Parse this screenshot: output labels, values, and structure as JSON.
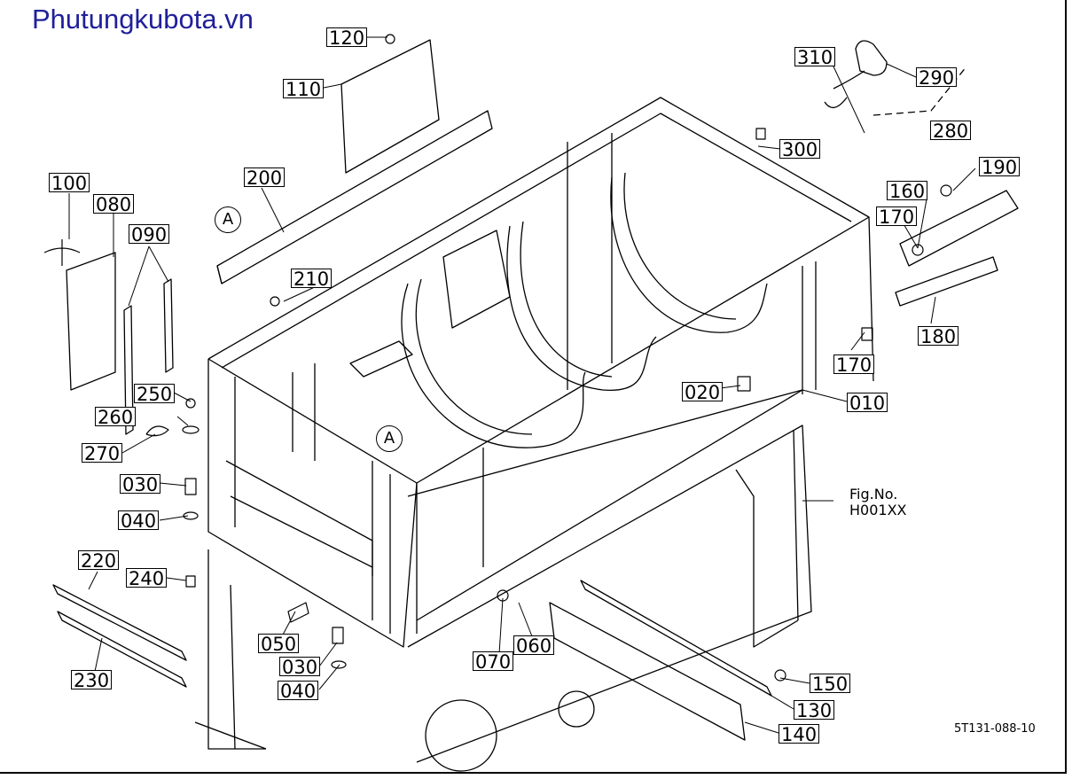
{
  "watermark": "Phutungkubota.vn",
  "figure": {
    "line1": "Fig.No.",
    "line2": "H001XX"
  },
  "drawing_number": "5T131-088-10",
  "view_markers": [
    "A",
    "A"
  ],
  "callouts": {
    "c120": "120",
    "c110": "110",
    "c310": "310",
    "c290": "290",
    "c280": "280",
    "c300": "300",
    "c190": "190",
    "c160": "160",
    "c170a": "170",
    "c100": "100",
    "c080": "080",
    "c090": "090",
    "c200": "200",
    "c210": "210",
    "c170b": "170",
    "c180": "180",
    "c020": "020",
    "c010": "010",
    "c250": "250",
    "c260": "260",
    "c270": "270",
    "c030a": "030",
    "c040a": "040",
    "c220": "220",
    "c240": "240",
    "c050": "050",
    "c030b": "030",
    "c040b": "040",
    "c230": "230",
    "c070": "070",
    "c060": "060",
    "c150": "150",
    "c130": "130",
    "c140": "140"
  }
}
